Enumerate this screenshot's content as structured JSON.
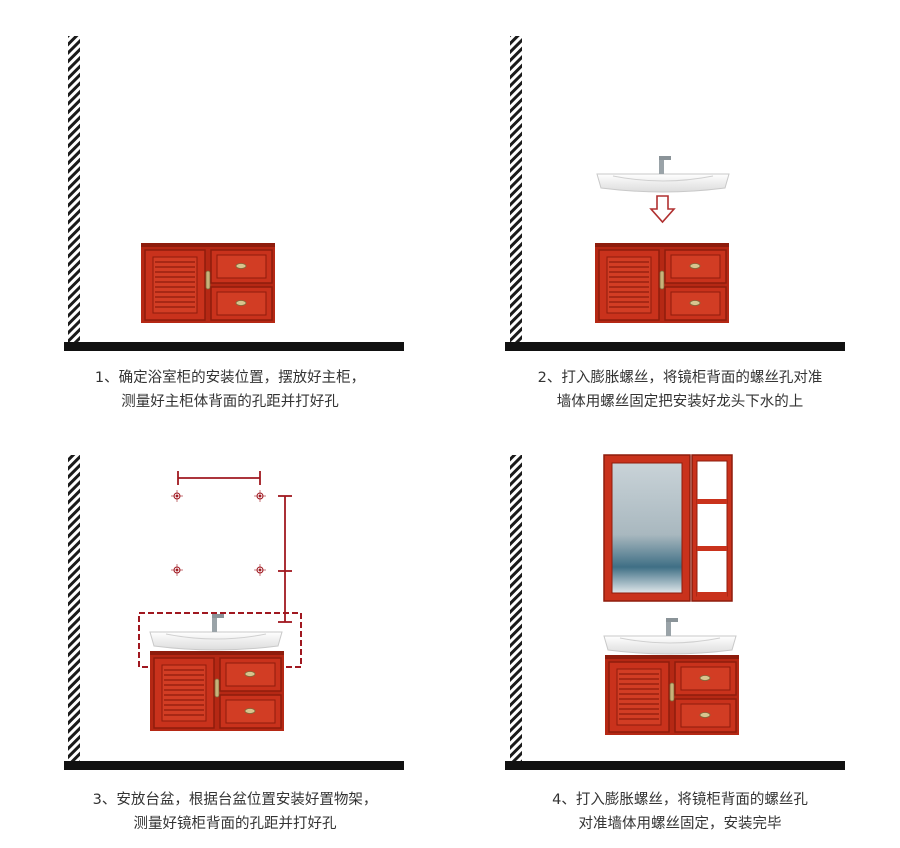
{
  "steps": [
    {
      "line1": "1、确定浴室柜的安装位置，摆放好主柜，",
      "line2": "测量好主柜体背面的孔距并打好孔"
    },
    {
      "line1": "2、打入膨胀螺丝，将镜柜背面的螺丝孔对准",
      "line2": "墙体用螺丝固定把安装好龙头下水的上"
    },
    {
      "line1": "3、安放台盆，根据台盆位置安装好置物架，",
      "line2": "测量好镜柜背面的孔距并打好孔"
    },
    {
      "line1": "4、打入膨胀螺丝，将镜柜背面的螺丝孔",
      "line2": "对准墙体用螺丝固定，安装完毕"
    }
  ],
  "colors": {
    "cabinet": "#c9321c",
    "cabinet_dark": "#8e1c0c",
    "cabinet_light": "#e0573c",
    "wall": "#1a1a1a",
    "floor": "#111111",
    "marker": "#a01820",
    "arrow": "#b03030",
    "mirror": "#8fa3ad"
  }
}
